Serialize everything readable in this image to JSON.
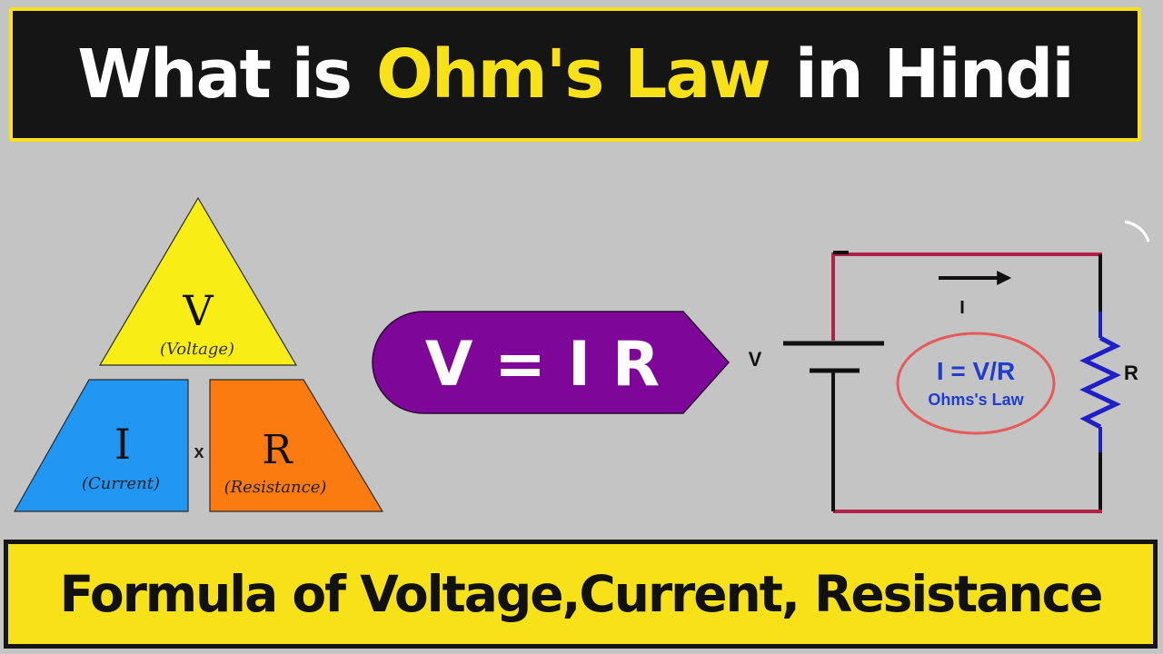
{
  "title": {
    "part1": "What is",
    "highlight": "Ohm's Law",
    "part2": "in Hindi",
    "color_main": "#ffffff",
    "color_highlight": "#f7e21a"
  },
  "triangle": {
    "top_symbol": "V",
    "top_label": "(Voltage)",
    "left_symbol": "I",
    "left_label": "(Current)",
    "right_symbol": "R",
    "right_label": "(Resistance)",
    "operator": "x",
    "colors": {
      "voltage": "#f8ee16",
      "current": "#2196f3",
      "resistance": "#fb7b10"
    }
  },
  "formula": {
    "text": "V = I R",
    "color": "#7e0799"
  },
  "circuit": {
    "battery_label": "V",
    "current_label": "I",
    "resistor_label": "R",
    "law_formula": "I = V/R",
    "law_name": "Ohms's Law",
    "wire_color": "#b02246",
    "resistor_color": "#1f1fc9"
  },
  "footer": {
    "text": "Formula of Voltage,Current, Resistance"
  }
}
